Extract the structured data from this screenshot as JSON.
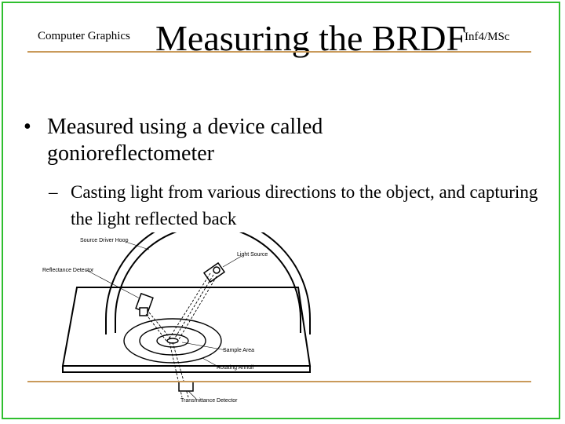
{
  "header": {
    "left": "Computer Graphics",
    "title": "Measuring the BRDF",
    "right": "Inf4/MSc"
  },
  "content": {
    "bullet1": "Measured using a device called gonioreflectometer",
    "bullet2": "Casting light from various directions to the object, and capturing the light reflected back",
    "bullet1_mark": "•",
    "bullet2_mark": "–"
  },
  "figure": {
    "labels": {
      "source_driver_hoop": "Source Driver Hoop",
      "light_source": "Light Source",
      "reflectance_detector": "Reflectance Detector",
      "sample_area": "Sample Area",
      "rotating_annuli": "Rotating Annuli",
      "transmittance_detector": "Transmittance Detector"
    }
  },
  "colors": {
    "frame": "#2fbf2f",
    "rule": "#c99a5a"
  }
}
